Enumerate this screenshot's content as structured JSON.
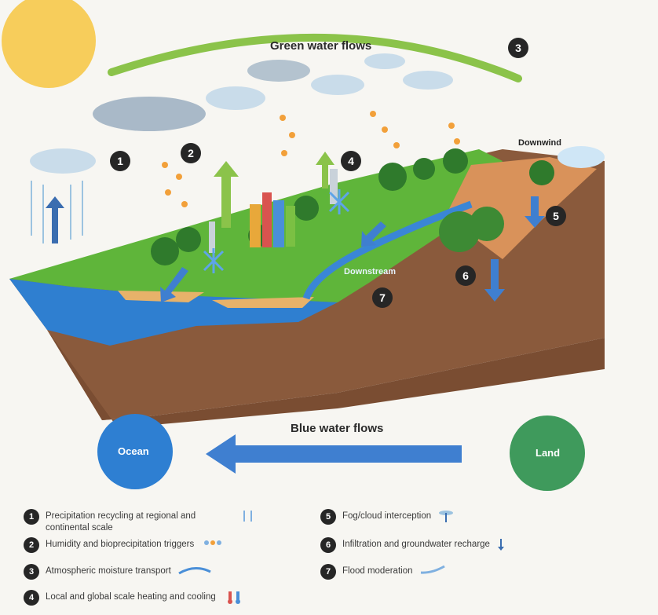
{
  "diagram": {
    "title_top": "Green water flows",
    "title_bottom": "Blue water flows",
    "label_downwind": "Downwind",
    "label_downstream": "Downstream",
    "ocean_label": "Ocean",
    "land_label": "Land",
    "markers": [
      "1",
      "2",
      "3",
      "4",
      "5",
      "6",
      "7"
    ]
  },
  "legend": [
    {
      "num": "1",
      "text": "Precipitation recycling at regional and continental scale",
      "icon": "rain-icon"
    },
    {
      "num": "2",
      "text": "Humidity and bioprecipitation triggers",
      "icon": "droplets-icon"
    },
    {
      "num": "3",
      "text": "Atmospheric moisture transport",
      "icon": "arc-arrow-icon"
    },
    {
      "num": "4",
      "text": "Local and global scale heating and cooling",
      "icon": "thermometer-icon"
    },
    {
      "num": "5",
      "text": "Fog/cloud interception",
      "icon": "tree-fog-icon"
    },
    {
      "num": "6",
      "text": "Infiltration and groundwater recharge",
      "icon": "down-arrow-icon"
    },
    {
      "num": "7",
      "text": "Flood moderation",
      "icon": "river-icon"
    }
  ],
  "colors": {
    "green_arrow": "#8bc34a",
    "blue_arrow": "#3f7fd0",
    "ocean": "#2e7fd2",
    "land": "#3f9a5c",
    "ground": "#8a5a3c",
    "terrain": "#5fb53a"
  }
}
